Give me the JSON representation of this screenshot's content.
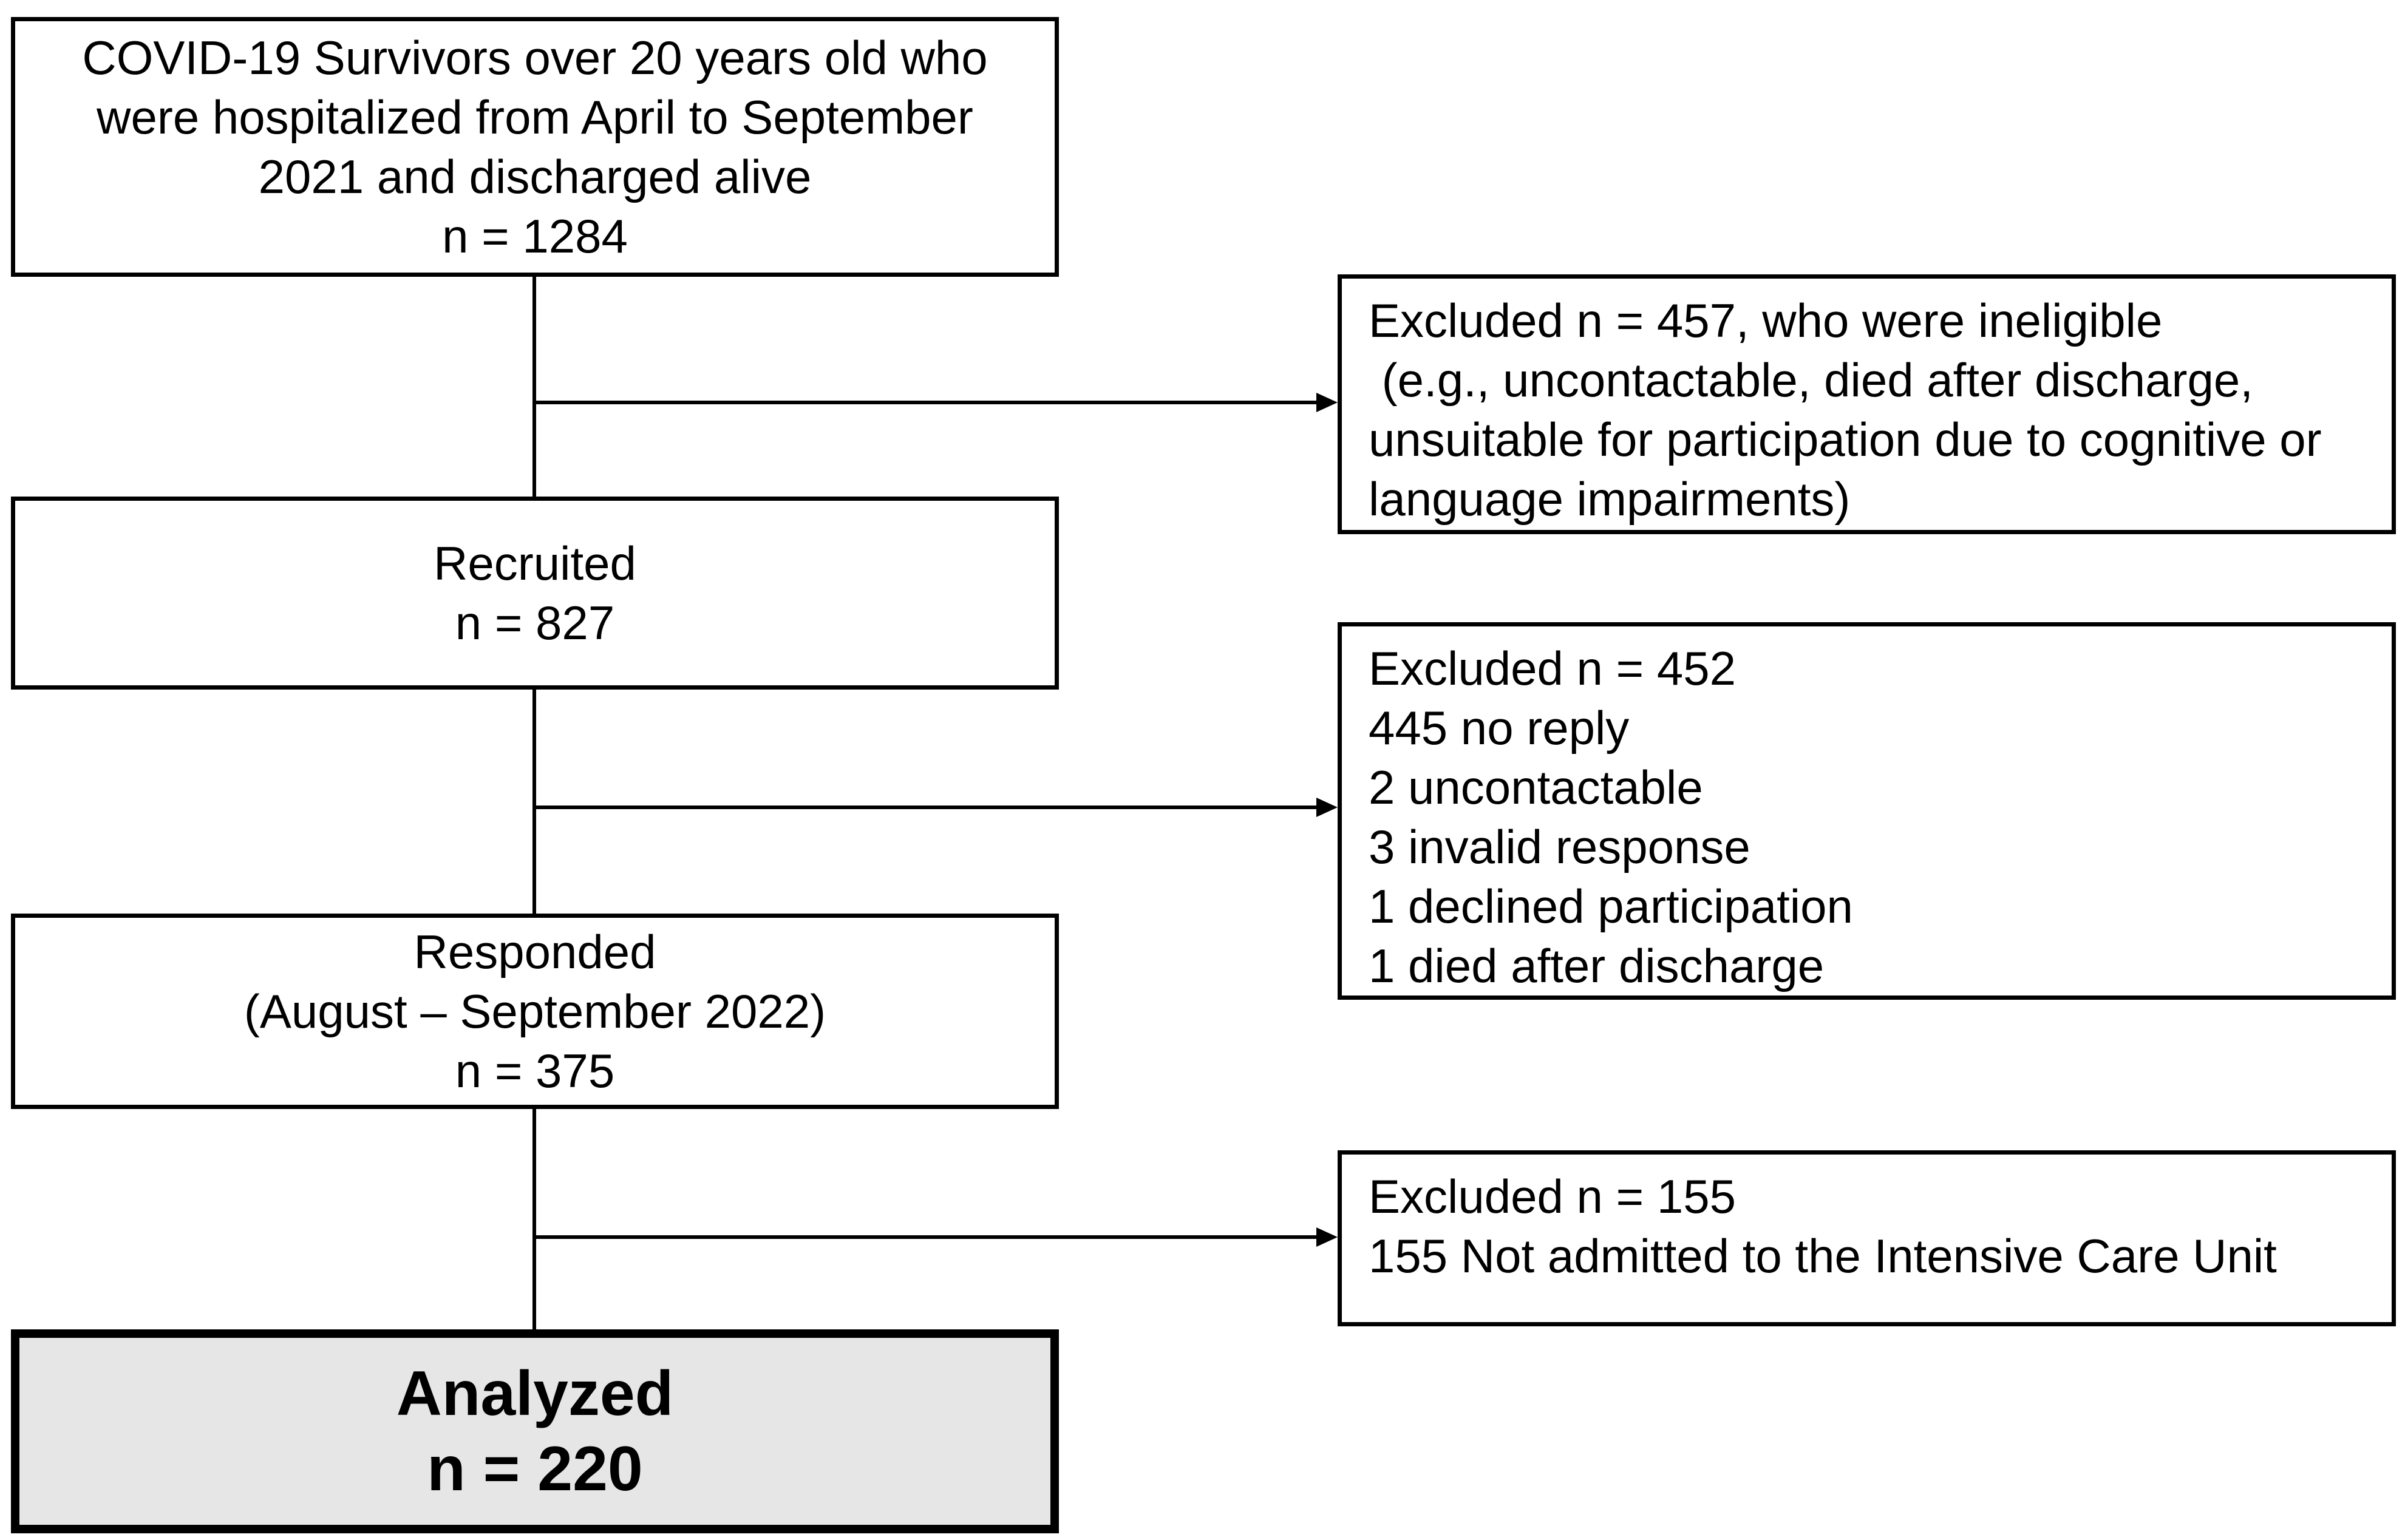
{
  "flow": {
    "start": {
      "lines": [
        "COVID-19 Survivors over 20 years old who",
        "were hospitalized from April to September",
        "2021 and discharged alive",
        "n = 1284"
      ]
    },
    "recruited": {
      "lines": [
        "Recruited",
        "n = 827"
      ]
    },
    "responded": {
      "lines": [
        "Responded",
        "(August – September 2022)",
        "n = 375"
      ]
    },
    "analyzed": {
      "lines": [
        "Analyzed",
        "n = 220"
      ]
    }
  },
  "exclusions": [
    {
      "lines": [
        "Excluded n = 457, who were ineligible",
        " (e.g., uncontactable, died after discharge,",
        "unsuitable for participation due to cognitive or",
        "language impairments)"
      ]
    },
    {
      "lines": [
        "Excluded n = 452",
        "445 no reply",
        "2 uncontactable",
        "3 invalid response",
        "1 declined participation",
        "1 died after discharge"
      ]
    },
    {
      "lines": [
        "Excluded n = 155",
        "155 Not admitted to the Intensive Care Unit"
      ]
    }
  ],
  "colors": {
    "line": "#000000",
    "final_box_fill": "#e6e6e6"
  }
}
